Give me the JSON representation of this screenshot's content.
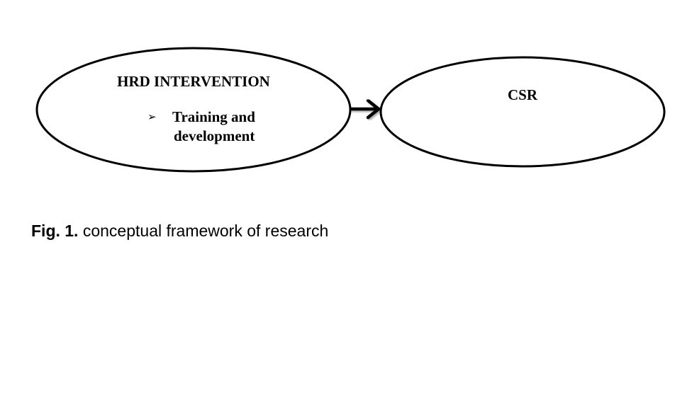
{
  "diagram": {
    "nodes": [
      {
        "id": "hrd",
        "title": "HRD INTERVENTION",
        "bullet_marker": "➢",
        "bullet_lines": [
          "Training and",
          "development"
        ]
      },
      {
        "id": "csr",
        "title": "CSR"
      }
    ],
    "edges": [
      {
        "from": "hrd",
        "to": "csr"
      }
    ]
  },
  "caption": {
    "label": "Fig. 1.",
    "text": "conceptual framework of research"
  }
}
